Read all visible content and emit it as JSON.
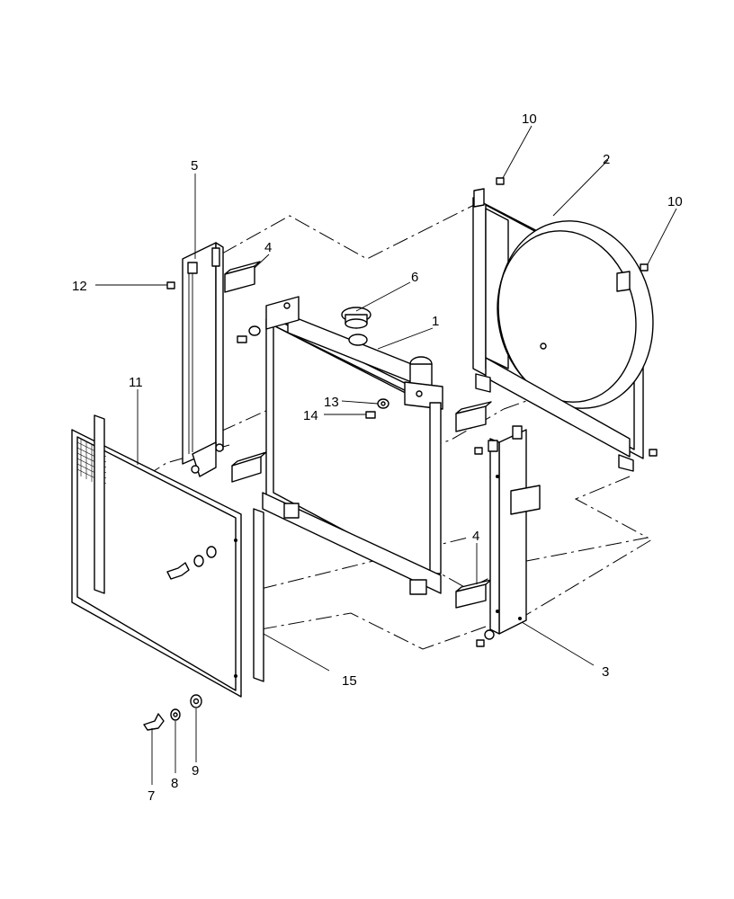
{
  "callouts": {
    "c1": "1",
    "c2": "2",
    "c3": "3",
    "c4a": "4",
    "c4b": "4",
    "c5": "5",
    "c6": "6",
    "c7": "7",
    "c8": "8",
    "c9": "9",
    "c10a": "10",
    "c10b": "10",
    "c11": "11",
    "c12": "12",
    "c13": "13",
    "c14": "14",
    "c15": "15"
  }
}
